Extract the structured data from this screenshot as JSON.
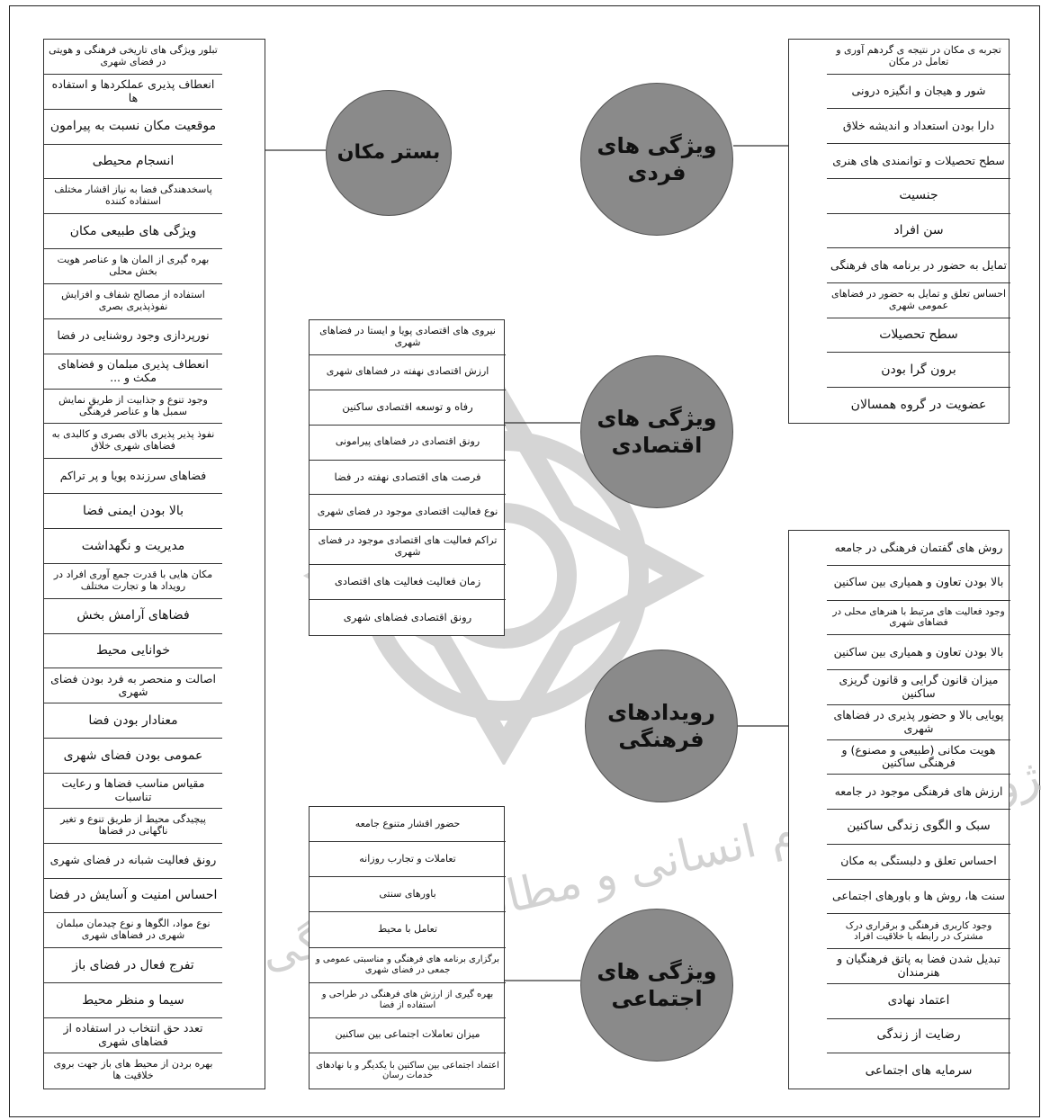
{
  "left_column": {
    "items": [
      "تبلور ویژگی های تاریخی فرهنگی و هویتی در فضای شهری",
      "انعطاف پذیری عملکردها و استفاده ها",
      "موقعیت مکان نسبت به پیرامون",
      "انسجام محیطی",
      "پاسخدهندگی فضا به نیاز اقشار مختلف استفاده کننده",
      "ویژگی های طبیعی مکان",
      "بهره گیری از المان ها و عناصر هویت بخش محلی",
      "استفاده از مصالح شفاف و افزایش نفوذپذیری بصری",
      "نورپردازی وجود روشنایی در فضا",
      "انعطاف پذیری مبلمان و فضاهای مکث و ...",
      "وجود تنوع و جذابیت از طریق نمایش سمبل ها و عناصر فرهنگی",
      "نفوذ پذیر پذیری بالای بصری و کالبدی به فضاهای شهری خلاق",
      "فضاهای سرزنده پویا و پر تراکم",
      "بالا بودن ایمنی فضا",
      "مدیریت و نگهداشت",
      "مکان هایی با قدرت جمع آوری افراد در رویداد ها و تجارت مختلف",
      "فضاهای آرامش بخش",
      "خوانایی محیط",
      "اصالت و منحصر به فرد بودن فضای شهری",
      "معنادار بودن فضا",
      "عمومی بودن فضای شهری",
      "مقیاس مناسب فضاها و رعایت تناسبات",
      "پیچیدگی محیط از طریق تنوع و تغیر ناگهانی در فضاها",
      "رونق فعالیت شبانه در فضای شهری",
      "احساس امنیت و آسایش در فضا",
      "نوع مواد، الگوها و نوع چیدمان مبلمان شهری در فضاهای شهری",
      "تفرج فعال در فضای باز",
      "سیما و منظر محیط",
      "تعدد حق انتخاب در استفاده از فضاهای شهری",
      "بهره بردن از محیط های باز جهت بروی خلاقیت ها"
    ]
  },
  "middle_top": {
    "items": [
      "نیروی های اقتصادی پویا و ایستا در فضاهای شهری",
      "ارزش اقتصادی نهفته در فضاهای شهری",
      "رفاه و توسعه اقتصادی ساکنین",
      "رونق اقتصادی در فضاهای پیرامونی",
      "فرصت های اقتصادی نهفته در فضا",
      "نوع فعالیت اقتصادی موجود در فضای شهری",
      "تراکم فعالیت های اقتصادی موجود در فضای شهری",
      "زمان فعالیت فعالیت های اقتصادی",
      "رونق اقتصادی فضاهای شهری"
    ]
  },
  "middle_bottom": {
    "items": [
      "حضور اقشار متنوع جامعه",
      "تعاملات و تجارب روزانه",
      "باورهای سنتی",
      "تعامل با محیط",
      "برگزاری برنامه های فرهنگی و مناسبتی عمومی و جمعی در فضای شهری",
      "بهره گیری از ارزش های فرهنگی در طراحی و استفاده از فضا",
      "میزان تعاملات اجتماعی بین ساکنین",
      "اعتماد اجتماعی بین ساکنین با یکدیگر و با نهادهای خدمات رسان"
    ]
  },
  "right_top": {
    "items": [
      "تجربه ی مکان در نتیجه ی گردهم آوری و تعامل در مکان",
      "شور و هیجان و انگیزه درونی",
      "دارا بودن استعداد و اندیشه خلاق",
      "سطح تحصیلات و توانمندی های هنری",
      "جنسیت",
      "سن افراد",
      "تمایل به حضور در برنامه های فرهنگی",
      "احساس تعلق و تمایل به حضور در فضاهای عمومی شهری",
      "سطح تحصیلات",
      "برون گرا بودن",
      "عضویت در گروه همسالان"
    ]
  },
  "right_bottom": {
    "items": [
      "روش های گفتمان فرهنگی در جامعه",
      "بالا بودن تعاون و همیاری بین ساکنین",
      "وجود فعالیت های مرتبط با هنرهای محلی در فضاهای شهری",
      "بالا بودن تعاون و همیاری بین ساکنین",
      "میزان قانون گرایی و قانون گریزی ساکنین",
      "پویایی بالا و حضور پذیری در فضاهای شهری",
      "هویت مکانی (طبیعی و مصنوع) و فرهنگی ساکنین",
      "ارزش های فرهنگی موجود در جامعه",
      "سبک و الگوی زندگی ساکنین",
      "احساس تعلق و دلبستگی به مکان",
      "سنت ها، روش ها و باورهای اجتماعی",
      "وجود کاربری فرهنگی و برقراری درک مشترک در رابطه با خلاقیت افراد",
      "تبدیل شدن فضا به پاتق فرهنگیان و هنرمندان",
      "اعتماد نهادی",
      "رضایت از زندگی",
      "سرمایه های اجتماعی"
    ]
  },
  "circles": {
    "place": "بستر مکان",
    "individual": "ویژگی های\nفردی",
    "economic": "ویژگی های\nاقتصادی",
    "cultural": "رویدادهای\nفرهنگی",
    "social": "ویژگی های\nاجتماعی"
  },
  "watermark": "پژوهشگاه علوم انسانی و مطالعات فرهنگی"
}
